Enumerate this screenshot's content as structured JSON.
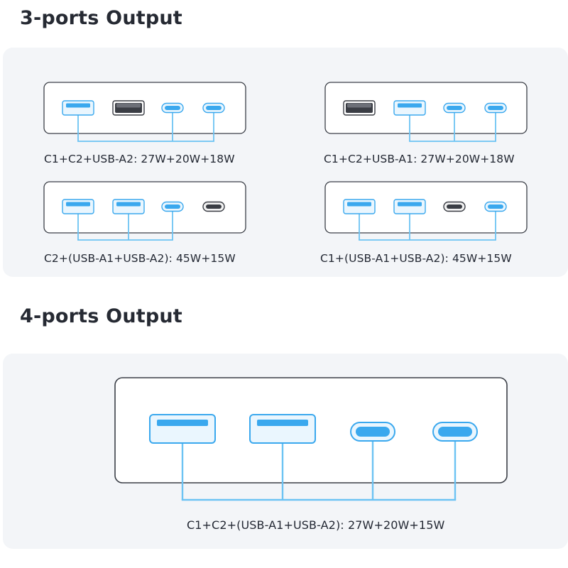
{
  "sections": {
    "three_ports": {
      "title": "3-ports Output"
    },
    "four_ports": {
      "title": "4-ports Output"
    }
  },
  "diagrams": [
    {
      "id": "d1",
      "ports": [
        "usb-a-active",
        "usb-a-inactive",
        "usb-c-active",
        "usb-c-active"
      ],
      "caption": "C1+C2+USB-A2: 27W+20W+18W"
    },
    {
      "id": "d2",
      "ports": [
        "usb-a-inactive",
        "usb-a-active",
        "usb-c-active",
        "usb-c-active"
      ],
      "caption": "C1+C2+USB-A1: 27W+20W+18W"
    },
    {
      "id": "d3",
      "ports": [
        "usb-a-active",
        "usb-a-active",
        "usb-c-active",
        "usb-c-inactive"
      ],
      "caption": "C2+(USB-A1+USB-A2): 45W+15W"
    },
    {
      "id": "d4",
      "ports": [
        "usb-a-active",
        "usb-a-active",
        "usb-c-inactive",
        "usb-c-active"
      ],
      "caption": "C1+(USB-A1+USB-A2): 45W+15W"
    },
    {
      "id": "d5",
      "ports": [
        "usb-a-active",
        "usb-a-active",
        "usb-c-active",
        "usb-c-active"
      ],
      "caption": "C1+C2+(USB-A1+USB-A2): 27W+20W+15W"
    }
  ],
  "colors": {
    "active_port": "#3aa8ee",
    "active_port_fill": "#eaf6fe",
    "inactive_port": "#3a3d44",
    "connector_line": "#6cc3f3",
    "device_outline": "#3b3f47"
  }
}
